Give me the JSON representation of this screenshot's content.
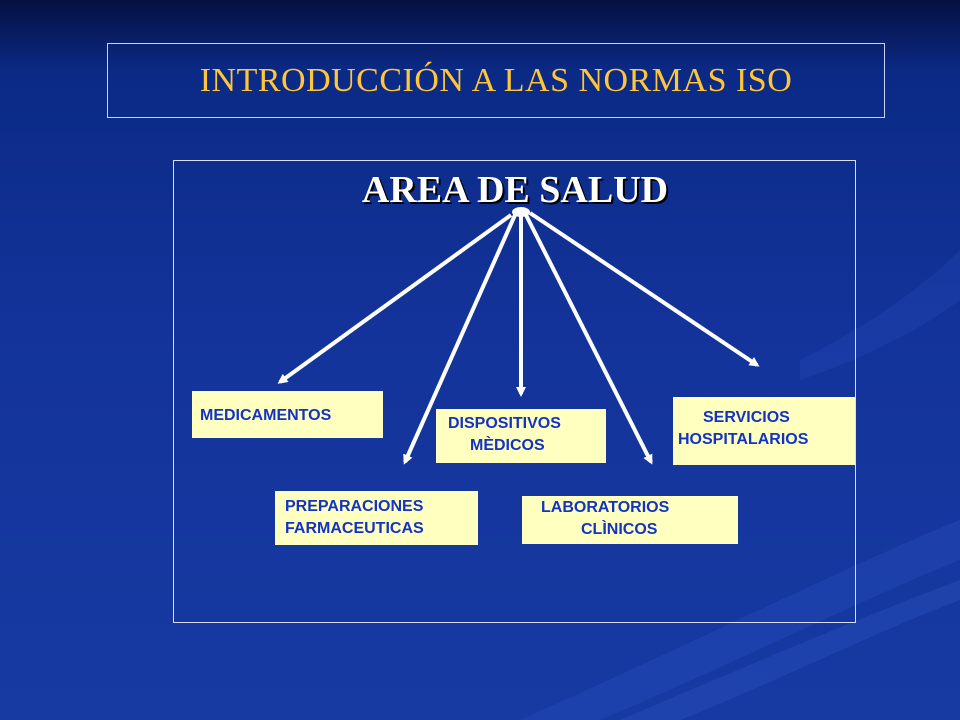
{
  "slide": {
    "title": "INTRODUCCIÓN A LAS NORMAS ISO",
    "root_label": "AREA DE SALUD"
  },
  "nodes": {
    "medicamentos": "MEDICAMENTOS",
    "preparaciones": {
      "line1": "PREPARACIONES",
      "line2": "FARMACEUTICAS"
    },
    "dispositivos": {
      "line1": "DISPOSITIVOS",
      "line2": "MÈDICOS"
    },
    "laboratorios": {
      "line1": "LABORATORIOS",
      "line2": "CLÌNICOS"
    },
    "servicios": {
      "line1": "SERVICIOS",
      "line2": "HOSPITALARIOS"
    }
  },
  "colors": {
    "background": "#13339a",
    "title": "#ffc63a",
    "node_fill": "#ffffc0",
    "node_text": "#1233c4",
    "arrow": "#ffffff"
  }
}
